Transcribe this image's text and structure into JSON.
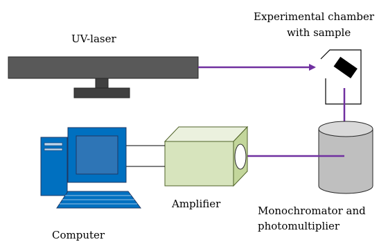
{
  "labels": {
    "uv_laser": "UV-laser",
    "chamber_line1": "Experimental chamber",
    "chamber_line2": "with sample",
    "amplifier": "Amplifier",
    "monochromator_line1": "Monochromator and",
    "monochromator_line2": "photomultiplier",
    "computer": "Computer"
  },
  "colors": {
    "beam": "#7030a0",
    "laser": "#595959",
    "computer": "#0070c0",
    "amplifier": "#d7e4bd",
    "cylinder": "#bfbfbf",
    "sample": "#000000"
  }
}
